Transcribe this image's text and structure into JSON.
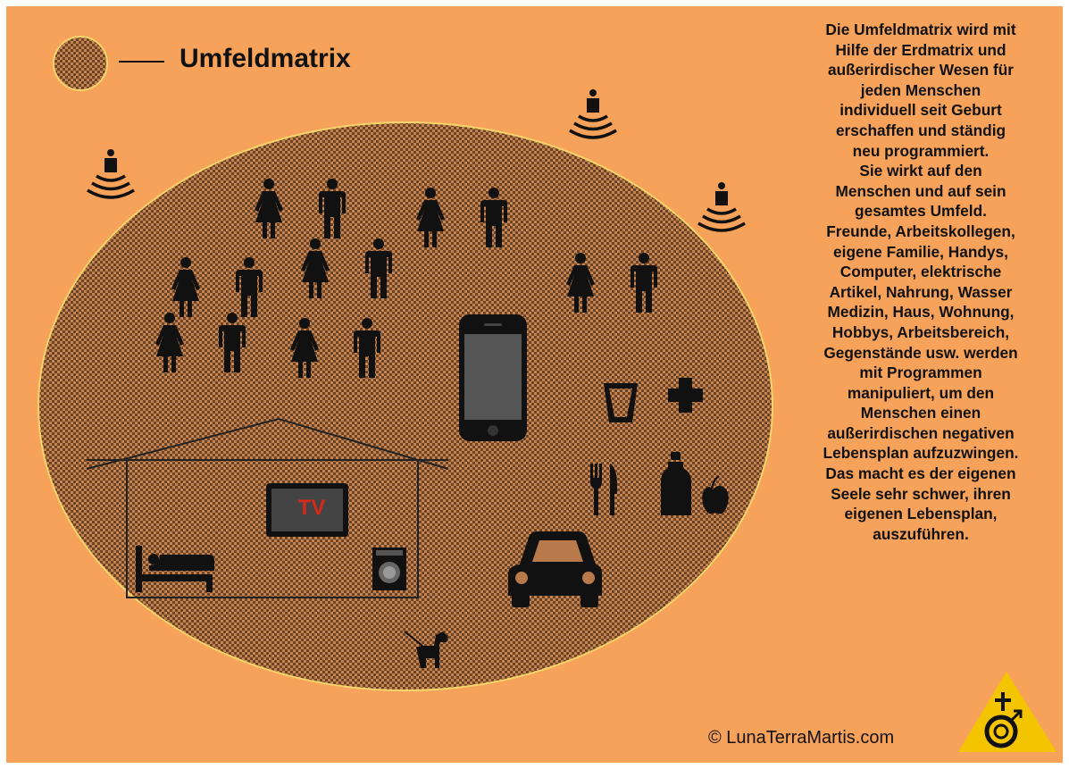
{
  "legend": {
    "label": "Umfeldmatrix"
  },
  "description_lines": [
    "Die Umfeldmatrix wird mit",
    "Hilfe der Erdmatrix  und",
    "außerirdischer Wesen für",
    "jeden Menschen",
    "individuell seit Geburt",
    "erschaffen und ständig",
    "neu programmiert.",
    "Sie wirkt auf den",
    "Menschen und auf sein",
    "gesamtes Umfeld.",
    "Freunde, Arbeitskollegen,",
    "eigene Familie, Handys,",
    "Computer, elektrische",
    "Artikel, Nahrung, Wasser",
    "Medizin, Haus, Wohnung,",
    "Hobbys, Arbeitsbereich,",
    "Gegenstände usw. werden",
    "mit Programmen",
    "manipuliert, um den",
    "Menschen einen",
    "außerirdischen negativen",
    "Lebensplan aufzuzwingen.",
    "Das macht es der eigenen",
    "Seele sehr schwer, ihren",
    "eigenen Lebensplan,",
    "auszuführen."
  ],
  "tv_label": "TV",
  "copyright": "©  LunaTerraMartis.com",
  "colors": {
    "background": "#f7a25a",
    "matrix_fill": "#b87a4a",
    "icon": "#111111",
    "tv_text": "#d42a1c",
    "logo": "#f5c400"
  }
}
